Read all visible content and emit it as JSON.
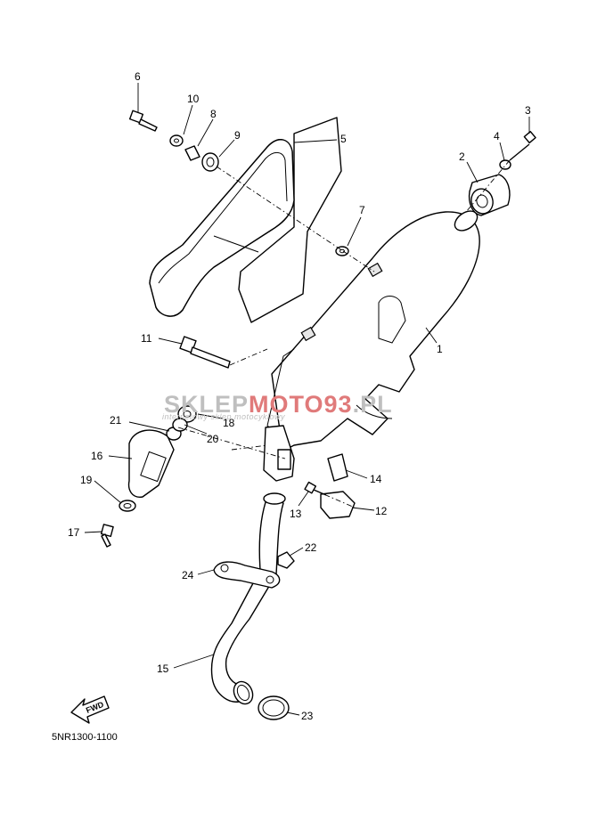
{
  "diagram_code": "5NR1300-1100",
  "fwd_label": "FWD",
  "watermark": {
    "brand_part1": "SKLEP",
    "brand_part2": "MOTO",
    "brand_part3": "93",
    "brand_part4": ".PL",
    "tagline": "internetowy sklep motocyklowy"
  },
  "callouts": {
    "c1": "1",
    "c2": "2",
    "c3": "3",
    "c4": "4",
    "c5": "5",
    "c6": "6",
    "c7": "7",
    "c8": "8",
    "c9": "9",
    "c10": "10",
    "c11": "11",
    "c12": "12",
    "c13": "13",
    "c14": "14",
    "c15": "15",
    "c16": "16",
    "c17": "17",
    "c18": "18",
    "c19": "19",
    "c20": "20",
    "c21": "21",
    "c22": "22",
    "c23": "23",
    "c24": "24"
  },
  "colors": {
    "line": "#000000",
    "watermark_gray": "#bfbfbf",
    "watermark_red": "#e07a7a"
  }
}
